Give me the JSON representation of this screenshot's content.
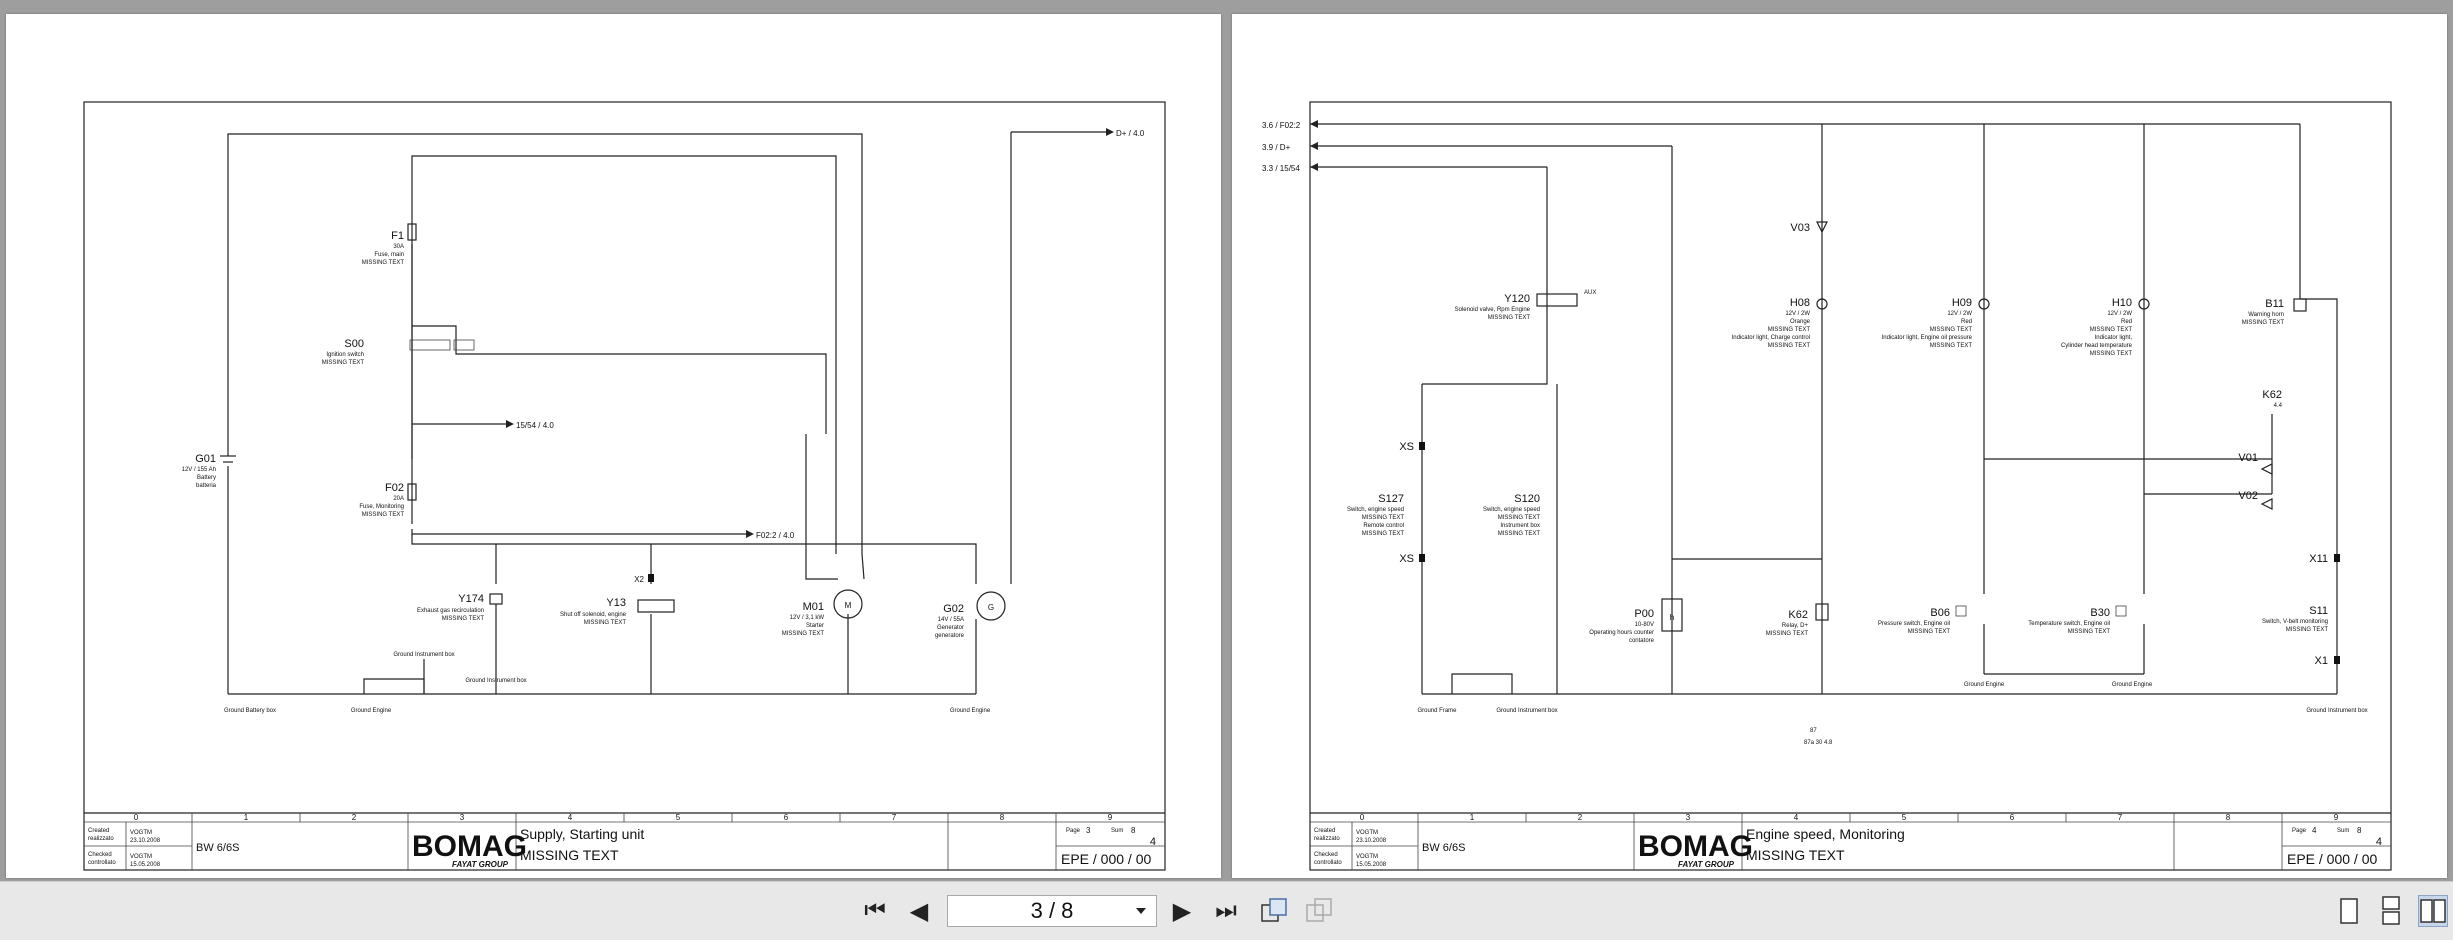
{
  "viewer": {
    "page_indicator": "3 / 8",
    "controls": {
      "first": "first-page-icon",
      "prev": "previous-page-icon",
      "next": "next-page-icon",
      "last": "last-page-icon",
      "fit_page": "fit-page-icon",
      "fit_width": "fit-width-icon",
      "single_view": "single-page-view-icon",
      "continuous_view": "continuous-view-icon",
      "two_page_view": "two-page-view-icon"
    },
    "active_view": "two_page_view"
  },
  "title_block_common": {
    "columns": [
      "0",
      "1",
      "2",
      "3",
      "4",
      "5",
      "6",
      "7",
      "8",
      "9"
    ],
    "created_label": "Created\nrealizzato",
    "checked_label": "Checked\ncontrollato",
    "created_by": "VOGTM",
    "created_date": "23.10.2008",
    "checked_by": "VOGTM",
    "checked_date": "15.05.2008",
    "model": "BW 6/6S",
    "brand": "BOMAG",
    "brand_sub": "FAYAT GROUP",
    "page_label": "Page\npagina",
    "sheet_label": "Sum\ndi",
    "sheet_total": "8",
    "drawing_no": "EPE / 000 / 00"
  },
  "left_page": {
    "title": "Supply, Starting unit",
    "subtitle": "MISSING TEXT",
    "page_no": "3",
    "sheet_no": "4",
    "components": {
      "f1": {
        "id": "F1",
        "rating": "30A",
        "desc": "Fuse, main",
        "desc2": "MISSING TEXT"
      },
      "s00": {
        "id": "S00",
        "desc": "Ignition switch",
        "desc2": "MISSING TEXT"
      },
      "g01": {
        "id": "G01",
        "rating": "12V / 155 Ah",
        "desc": "Battery",
        "desc2": "batteria"
      },
      "f02": {
        "id": "F02",
        "rating": "20A",
        "desc": "Fuse, Monitoring",
        "desc2": "MISSING TEXT"
      },
      "y174": {
        "id": "Y174",
        "desc": "Exhaust gas recirculation",
        "desc2": "MISSING TEXT"
      },
      "x2": {
        "id": "X2"
      },
      "y13": {
        "id": "Y13",
        "desc": "Shut off solenoid, engine",
        "desc2": "MISSING TEXT"
      },
      "m01": {
        "id": "M01",
        "rating": "12V / 3,1 kW",
        "desc": "Starter",
        "desc2": "MISSING TEXT"
      },
      "g02": {
        "id": "G02",
        "rating": "14V / 55A",
        "desc": "Generator",
        "desc2": "generatore"
      }
    },
    "refs": {
      "d_plus": "D+ / 4.0",
      "r1554": "15/54 / 4.0",
      "f022": "F02:2 / 4.0"
    },
    "grounds": {
      "battery_box": "Ground Battery box",
      "engine1": "Ground Engine",
      "instrument_box_top": "Ground Instrument box",
      "instrument_box": "Ground Instrument box",
      "engine2": "Ground Engine"
    }
  },
  "right_page": {
    "title": "Engine speed, Monitoring",
    "subtitle": "MISSING TEXT",
    "page_no": "4",
    "sheet_no": "4",
    "refs": {
      "f022": "3.6 / F02:2",
      "d_plus": "3.9 / D+",
      "r1554": "3.3 / 15/54"
    },
    "components": {
      "v03": {
        "id": "V03"
      },
      "y120": {
        "id": "Y120",
        "desc": "Solenoid valve, Rpm Engine",
        "desc2": "MISSING TEXT",
        "aux": "AUX"
      },
      "h08": {
        "id": "H08",
        "rating": "12V / 2W",
        "color": "Orange",
        "desc": "MISSING TEXT",
        "desc2": "Indicator light, Charge control",
        "desc3": "MISSING TEXT"
      },
      "h09": {
        "id": "H09",
        "rating": "12V / 2W",
        "color": "Red",
        "desc": "MISSING TEXT",
        "desc2": "Indicator light, Engine oil pressure",
        "desc3": "MISSING TEXT"
      },
      "h10": {
        "id": "H10",
        "rating": "12V / 2W",
        "color": "Red",
        "desc": "MISSING TEXT",
        "desc2": "Indicator light,",
        "desc3": "Cylinder head temperature",
        "desc4": "MISSING TEXT"
      },
      "b11": {
        "id": "B11",
        "desc": "Warning horn",
        "desc2": "MISSING TEXT"
      },
      "k62a": {
        "id": "K62",
        "ref": "4.4"
      },
      "v01": {
        "id": "V01"
      },
      "v02": {
        "id": "V02"
      },
      "xs_top": {
        "id": "XS"
      },
      "xs_bot": {
        "id": "XS"
      },
      "s127": {
        "id": "S127",
        "desc": "Switch, engine speed",
        "desc2": "MISSING TEXT",
        "desc3": "Remote control",
        "desc4": "MISSING TEXT"
      },
      "s120": {
        "id": "S120",
        "desc": "Switch, engine speed",
        "desc2": "MISSING TEXT",
        "desc3": "Instrument box",
        "desc4": "MISSING TEXT"
      },
      "p00": {
        "id": "P00",
        "rating": "10-80V",
        "desc": "Operating hours counter",
        "desc2": "contatore"
      },
      "k62": {
        "id": "K62",
        "desc": "Relay, D+",
        "desc2": "MISSING TEXT"
      },
      "b06": {
        "id": "B06",
        "desc": "Pressure switch, Engine oil",
        "desc2": "MISSING TEXT"
      },
      "b30": {
        "id": "B30",
        "desc": "Temperature switch, Engine oil",
        "desc2": "MISSING TEXT"
      },
      "x11": {
        "id": "X11"
      },
      "s11": {
        "id": "S11",
        "desc": "Switch, V-belt monitoring",
        "desc2": "MISSING TEXT"
      },
      "x1": {
        "id": "X1"
      }
    },
    "relay_note1": "87",
    "relay_note2": "87a  30  4.8",
    "grounds": {
      "frame": "Ground Frame",
      "instrument_box": "Ground Instrument box",
      "engine1": "Ground Engine",
      "engine2": "Ground Engine",
      "instrument_box2": "Ground Instrument box"
    }
  }
}
